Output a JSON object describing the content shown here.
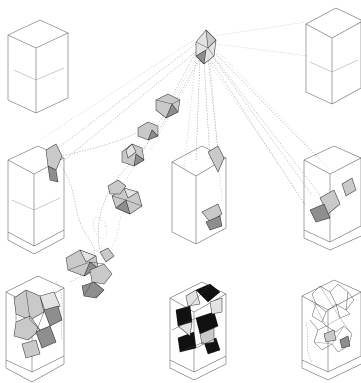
{
  "diagram": {
    "rows": [
      {
        "id": "row-top",
        "items": [
          "empty-box-left",
          "source-crystal",
          "empty-box-right"
        ]
      },
      {
        "id": "row-middle",
        "items": [
          "box-left-carved",
          "fragment-chain",
          "box-center-carved",
          "box-right-carved"
        ]
      },
      {
        "id": "row-bottom",
        "items": [
          "box-left-crystal-fill",
          "box-center-black-fill",
          "box-right-mesh-fill"
        ]
      }
    ],
    "colors": {
      "background": "#ffffff",
      "outline": "#6b6b6b",
      "fragment_fill": "#c9c9c9",
      "fragment_dark": "#8e8e8e",
      "solid": "#111111"
    }
  }
}
